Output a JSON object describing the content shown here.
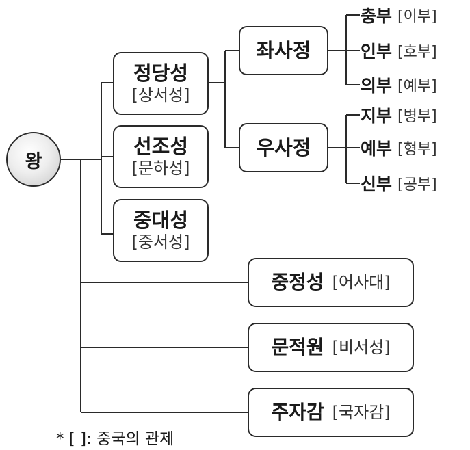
{
  "king": "왕",
  "level1": [
    {
      "name": "정당성",
      "alias": "[상서성]"
    },
    {
      "name": "선조성",
      "alias": "[문하성]"
    },
    {
      "name": "중대성",
      "alias": "[중서성]"
    }
  ],
  "ministers": [
    {
      "name": "좌사정"
    },
    {
      "name": "우사정"
    }
  ],
  "departments": [
    {
      "name": "충부",
      "alias": "[이부]"
    },
    {
      "name": "인부",
      "alias": "[호부]"
    },
    {
      "name": "의부",
      "alias": "[예부]"
    },
    {
      "name": "지부",
      "alias": "[병부]"
    },
    {
      "name": "예부",
      "alias": "[형부]"
    },
    {
      "name": "신부",
      "alias": "[공부]"
    }
  ],
  "independent": [
    {
      "name": "중정성",
      "alias": "[어사대]"
    },
    {
      "name": "문적원",
      "alias": "[비서성]"
    },
    {
      "name": "주자감",
      "alias": "[국자감]"
    }
  ],
  "note": "* [   ]: 중국의 관제"
}
